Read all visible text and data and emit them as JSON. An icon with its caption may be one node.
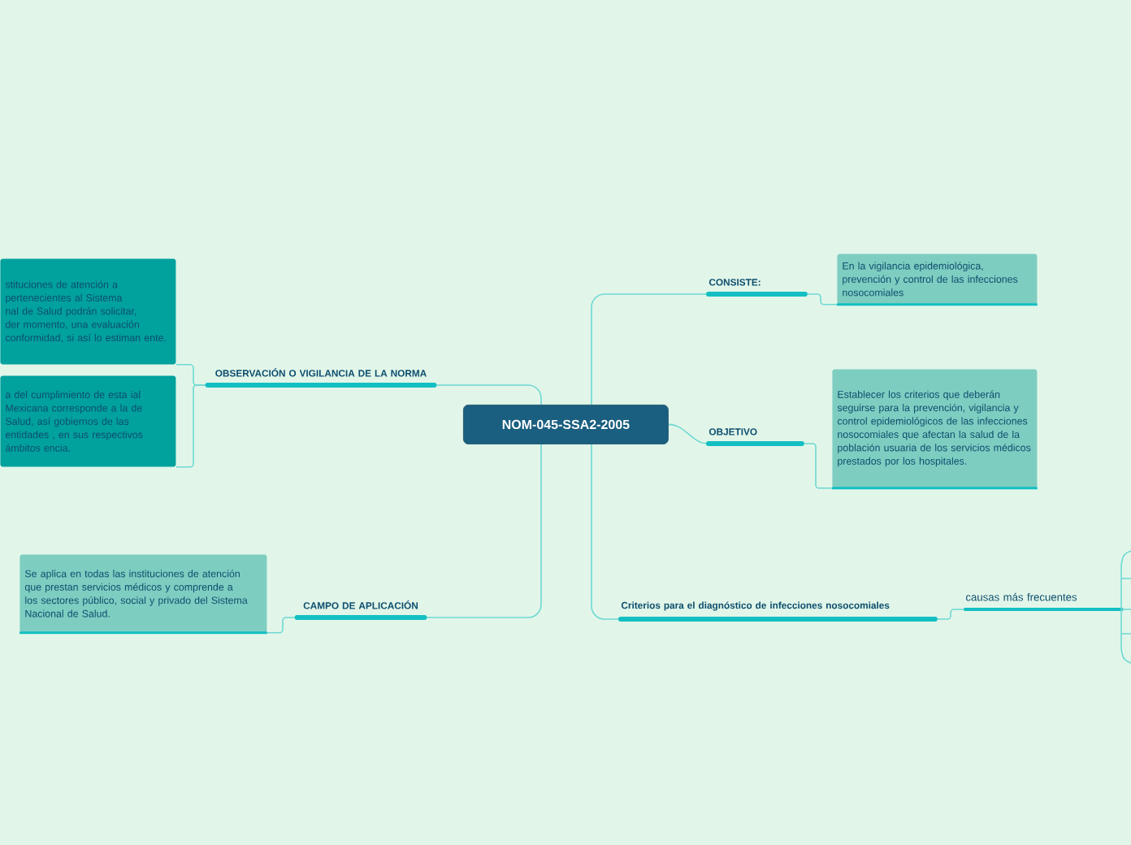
{
  "diagram": {
    "nodes": [
      {
        "text": [
          "NOM-045-SSA2-2005"
        ]
      },
      {
        "text": [
          "OBSERVACIÓN O VIGILANCIA DE LA NORMA"
        ]
      },
      {
        "text": [
          "stituciones de atención a pertenecientes al Sistema nal de Salud podrán solicitar, der momento, una evaluación conformidad, si así lo estiman ente."
        ]
      },
      {
        "text": [
          "a del cumplimiento de esta ial Mexicana corresponde a la de Salud, así gobiernos de las entidades , en sus respectivos ámbitos encia."
        ]
      },
      {
        "text": [
          "CAMPO DE APLICACIÓN"
        ]
      },
      {
        "text": [
          "Se aplica en todas las instituciones de atención que prestan servicios médicos y comprende a los sectores público, social y privado del Sistema Nacional de Salud."
        ]
      },
      {
        "text": [
          "CONSISTE:"
        ]
      },
      {
        "text": [
          "En la vigilancia epidemiológica, prevención y control de las infecciones nosocomiales"
        ]
      },
      {
        "text": [
          "OBJETIVO"
        ]
      },
      {
        "text": [
          "Establecer los criterios que deberán seguirse para la prevención, vigilancia y control epidemiológicos de las infecciones nosocomiales que afectan la salud de la población usuaria de los servicios médicos prestados por los hospitales."
        ]
      },
      {
        "text": [
          "Criterios para el diagnóstico de infecciones nosocomiales"
        ]
      },
      {
        "text": [
          "causas más frecuentes"
        ]
      }
    ],
    "edges": [
      {
        "from": 0,
        "to": 1,
        "arrow": "none"
      },
      {
        "from": 0,
        "to": 4,
        "arrow": "none"
      },
      {
        "from": 0,
        "to": 6,
        "arrow": "none"
      },
      {
        "from": 0,
        "to": 8,
        "arrow": "none"
      },
      {
        "from": 0,
        "to": 10,
        "arrow": "none"
      },
      {
        "from": 1,
        "to": 2,
        "arrow": "none"
      },
      {
        "from": 1,
        "to": 3,
        "arrow": "none"
      },
      {
        "from": 4,
        "to": 5,
        "arrow": "none"
      },
      {
        "from": 6,
        "to": 7,
        "arrow": "none"
      },
      {
        "from": 8,
        "to": 9,
        "arrow": "none"
      },
      {
        "from": 10,
        "to": 11,
        "arrow": "none"
      }
    ]
  }
}
